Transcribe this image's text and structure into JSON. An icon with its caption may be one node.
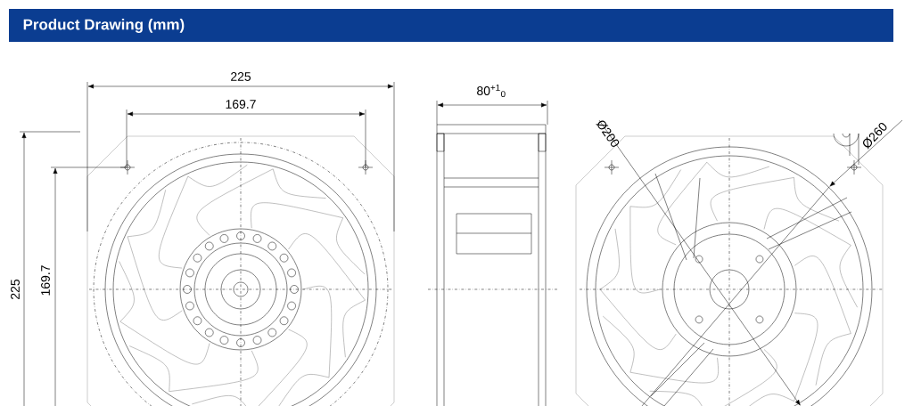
{
  "diagram": {
    "title": "Product Drawing (mm)",
    "labels": [
      "225",
      "169.7",
      "80$^{+1}$$_{0}$",
      "Ø200",
      "Ø260",
      "225",
      "169.7"
    ]
  }
}
